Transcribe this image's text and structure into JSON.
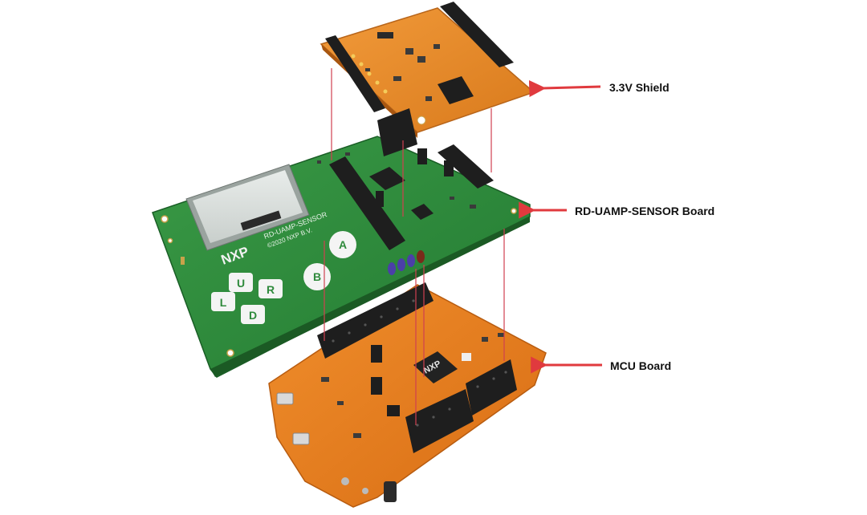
{
  "callouts": {
    "shield": "3.3V Shield",
    "sensor_board": "RD-UAMP-SENSOR Board",
    "mcu_board": "MCU Board"
  },
  "sensor_board": {
    "logo": "NXP",
    "silkscreen_line1": "RD-UAMP-SENSOR",
    "silkscreen_line2": "©2020 NXP B.V.",
    "buttons": [
      "A",
      "B",
      "U",
      "L",
      "R",
      "D"
    ]
  },
  "mcu_board": {
    "chip_logo": "NXP"
  },
  "colors": {
    "green_pcb": "#2f8a3c",
    "orange_pcb": "#e07a1f",
    "shield_pcb": "#e8892a",
    "arrow": "#e03a3e",
    "connector": "#1e1e1e"
  }
}
